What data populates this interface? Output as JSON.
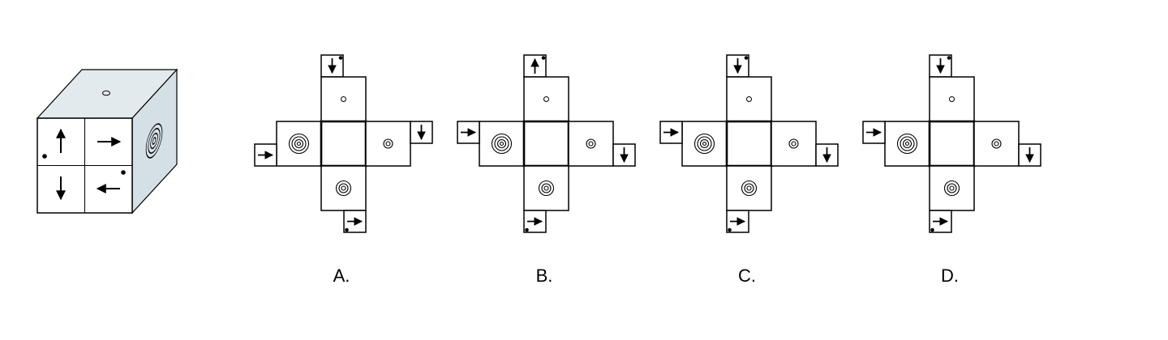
{
  "options": [
    {
      "label": "A.",
      "top_tab_arrow": "down",
      "right_tab_arrow": "down",
      "right_tab_position": "upper",
      "left_tab_position": "lower"
    },
    {
      "label": "B.",
      "top_tab_arrow": "up",
      "right_tab_arrow": "down",
      "right_tab_position": "lower",
      "left_tab_position": "upper"
    },
    {
      "label": "C.",
      "top_tab_arrow": "down",
      "right_tab_arrow": "down",
      "right_tab_position": "lower",
      "left_tab_position": "upper"
    },
    {
      "label": "D.",
      "top_tab_arrow": "down",
      "right_tab_arrow": "down",
      "right_tab_position": "lower",
      "left_tab_position": "upper"
    }
  ],
  "cube": {
    "front_quadrant_arrows": [
      "up",
      "right",
      "down",
      "left"
    ],
    "top_face_symbol": "small-ellipse",
    "right_face_symbol": "concentric-circles"
  },
  "colors": {
    "stroke": "#000000",
    "cube_face": "#e3eaee",
    "cube_side": "#d5e0e6",
    "front_face": "#ffffff"
  }
}
